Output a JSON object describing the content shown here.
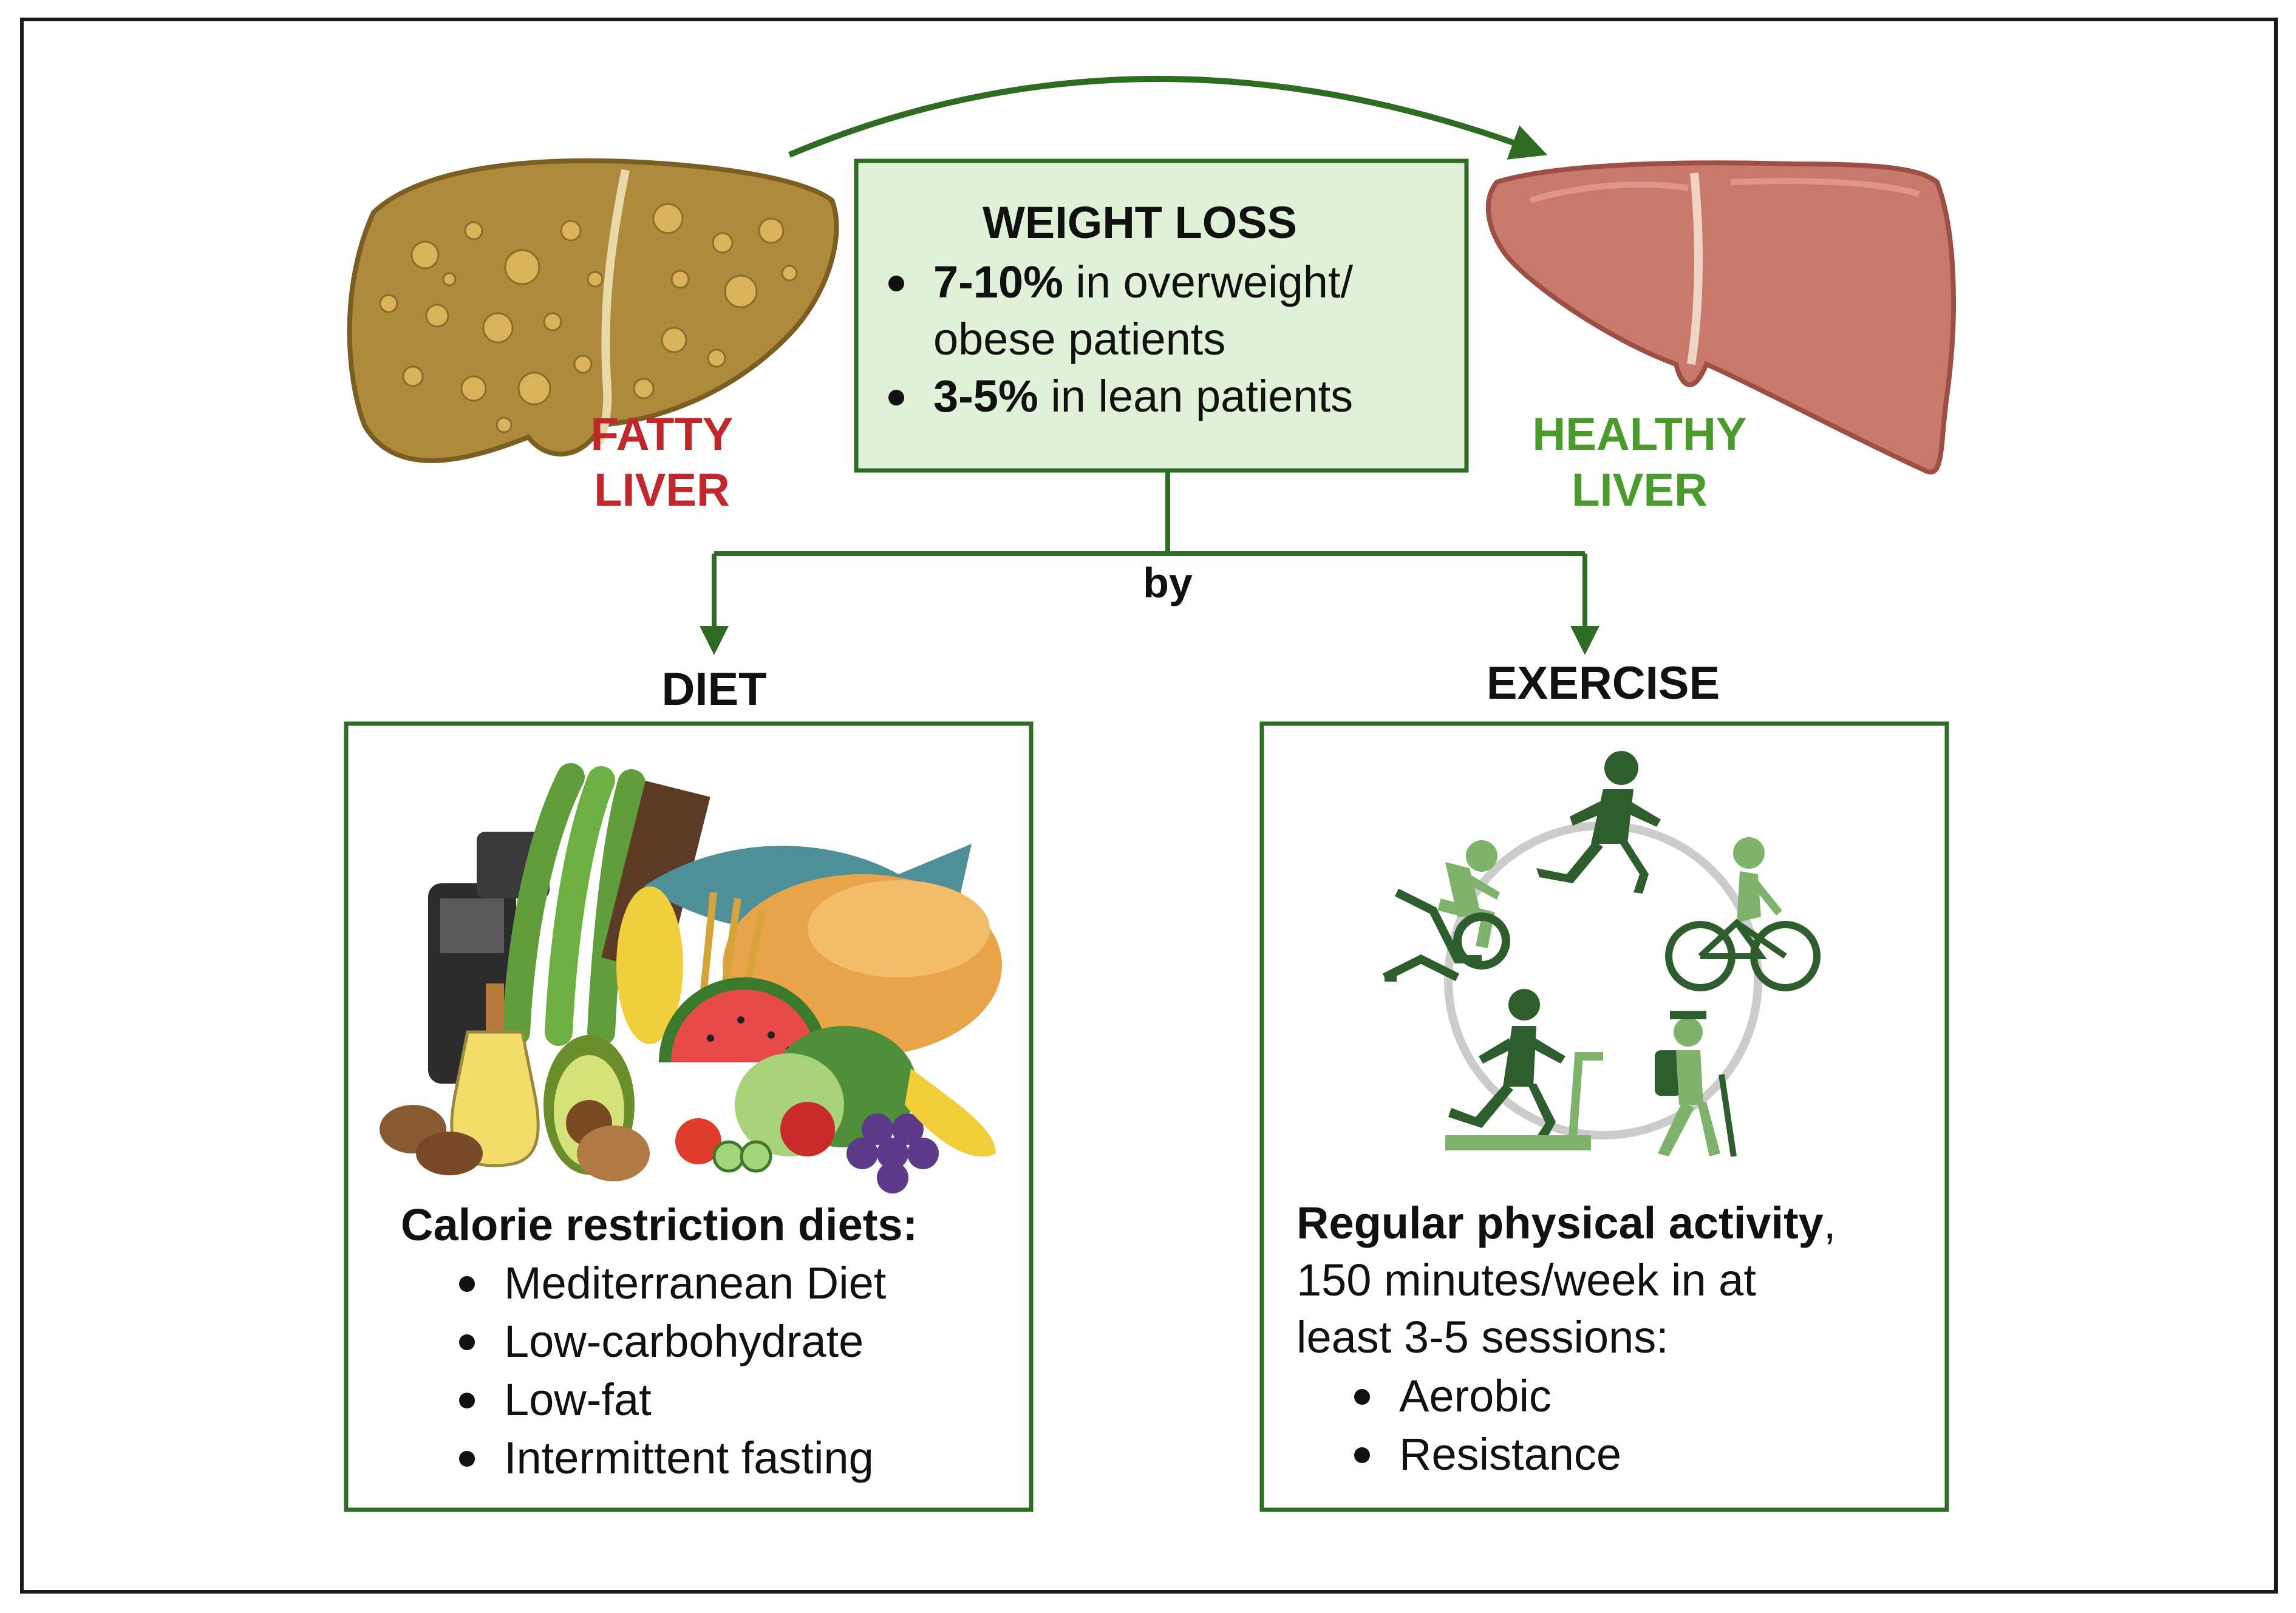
{
  "colors": {
    "frame": "#1a1a1a",
    "accent_green": "#2e6b23",
    "box_fill": "#dff2d8",
    "fatty_label": "#c0282d",
    "healthy_label": "#4a9a2c",
    "fatty_liver": "#b08a3c",
    "healthy_liver": "#c9786c",
    "exercise_dark": "#2f5e2e",
    "exercise_light": "#7fb36b"
  },
  "weight_loss": {
    "title": "WEIGHT LOSS",
    "items": [
      {
        "strong": "7-10%",
        "rest": " in overweight/",
        "cont": "obese patients"
      },
      {
        "strong": "3-5%",
        "rest": " in lean patients"
      }
    ]
  },
  "labels": {
    "fatty_line1": "FATTY",
    "fatty_line2": "LIVER",
    "healthy_line1": "HEALTHY",
    "healthy_line2": "LIVER",
    "by": "by",
    "diet": "DIET",
    "exercise": "EXERCISE"
  },
  "diet": {
    "heading": "Calorie restriction diets:",
    "items": [
      "Mediterranean Diet",
      "Low-carbohydrate",
      "Low-fat",
      "Intermittent fasting"
    ]
  },
  "exercise": {
    "heading_bold": "Regular physical activity",
    "heading_tail": ",",
    "line2": "150 minutes/week in at",
    "line3": "least 3-5 sessions:",
    "items": [
      "Aerobic",
      "Resistance"
    ]
  },
  "icons": {
    "fatty_liver": "fatty-liver-icon",
    "healthy_liver": "healthy-liver-icon",
    "food": "food-illustration-icon",
    "exercise_cycle": "exercise-cycle-icon"
  }
}
